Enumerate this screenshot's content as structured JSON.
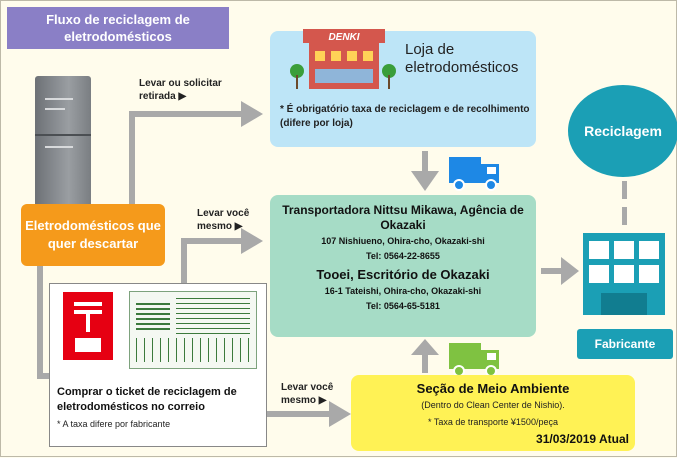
{
  "title": "Fluxo de reciclagem de eletrodomésticos",
  "source_box": "Eletrodomésticos que quer descartar",
  "route_labels": {
    "to_store": "Levar ou solicitar retirada ▶",
    "to_transport": "Levar você mesmo ▶",
    "to_env": "Levar você mesmo ▶"
  },
  "store": {
    "sign": "DENKI",
    "name": "Loja de eletrodomésticos",
    "note": "* É obrigatório taxa de reciclagem e de recolhimento (difere por loja)"
  },
  "transport": {
    "company1": "Transportadora Nittsu Mikawa, Agência de Okazaki",
    "address1": "107 Nishiueno, Ohira-cho, Okazaki-shi",
    "tel1": "Tel: 0564-22-8655",
    "company2": "Tooei, Escritório de Okazaki",
    "address2": "16-1 Tateishi, Ohira-cho, Okazaki-shi",
    "tel2": "Tel: 0564-65-5181"
  },
  "post_office": {
    "text": "Comprar o ticket de reciclagem de eletrodomésticos no correio",
    "note": "* A taxa difere por fabricante"
  },
  "environment": {
    "title": "Seção de Meio Ambiente",
    "subtitle": "(Dentro do Clean Center de Nishio).",
    "fee": "* Taxa de transporte ¥1500/peça",
    "date": "31/03/2019 Atual"
  },
  "recycle_label": "Reciclagem",
  "maker_label": "Fabricante",
  "colors": {
    "title": "#8a7fc6",
    "orange": "#f59a1b",
    "store": "#bde5f7",
    "transport": "#a6dcc6",
    "environment": "#fff255",
    "teal": "#1b9fb5",
    "post": "#e60012"
  }
}
